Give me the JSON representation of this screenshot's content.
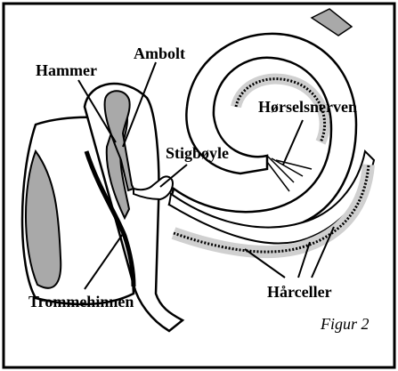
{
  "labels": {
    "hammer": "Hammer",
    "ambolt": "Ambolt",
    "stigboyle": "Stigbøyle",
    "horselsnerven": "Hørselsnerven",
    "trommehinnen": "Trommehinnen",
    "harceller": "Hårceller"
  },
  "caption": "Figur 2",
  "colors": {
    "outline": "#000000",
    "fill_gray": "#a9a9a9",
    "nerve_band": "#d0d0d0",
    "background": "#ffffff"
  }
}
